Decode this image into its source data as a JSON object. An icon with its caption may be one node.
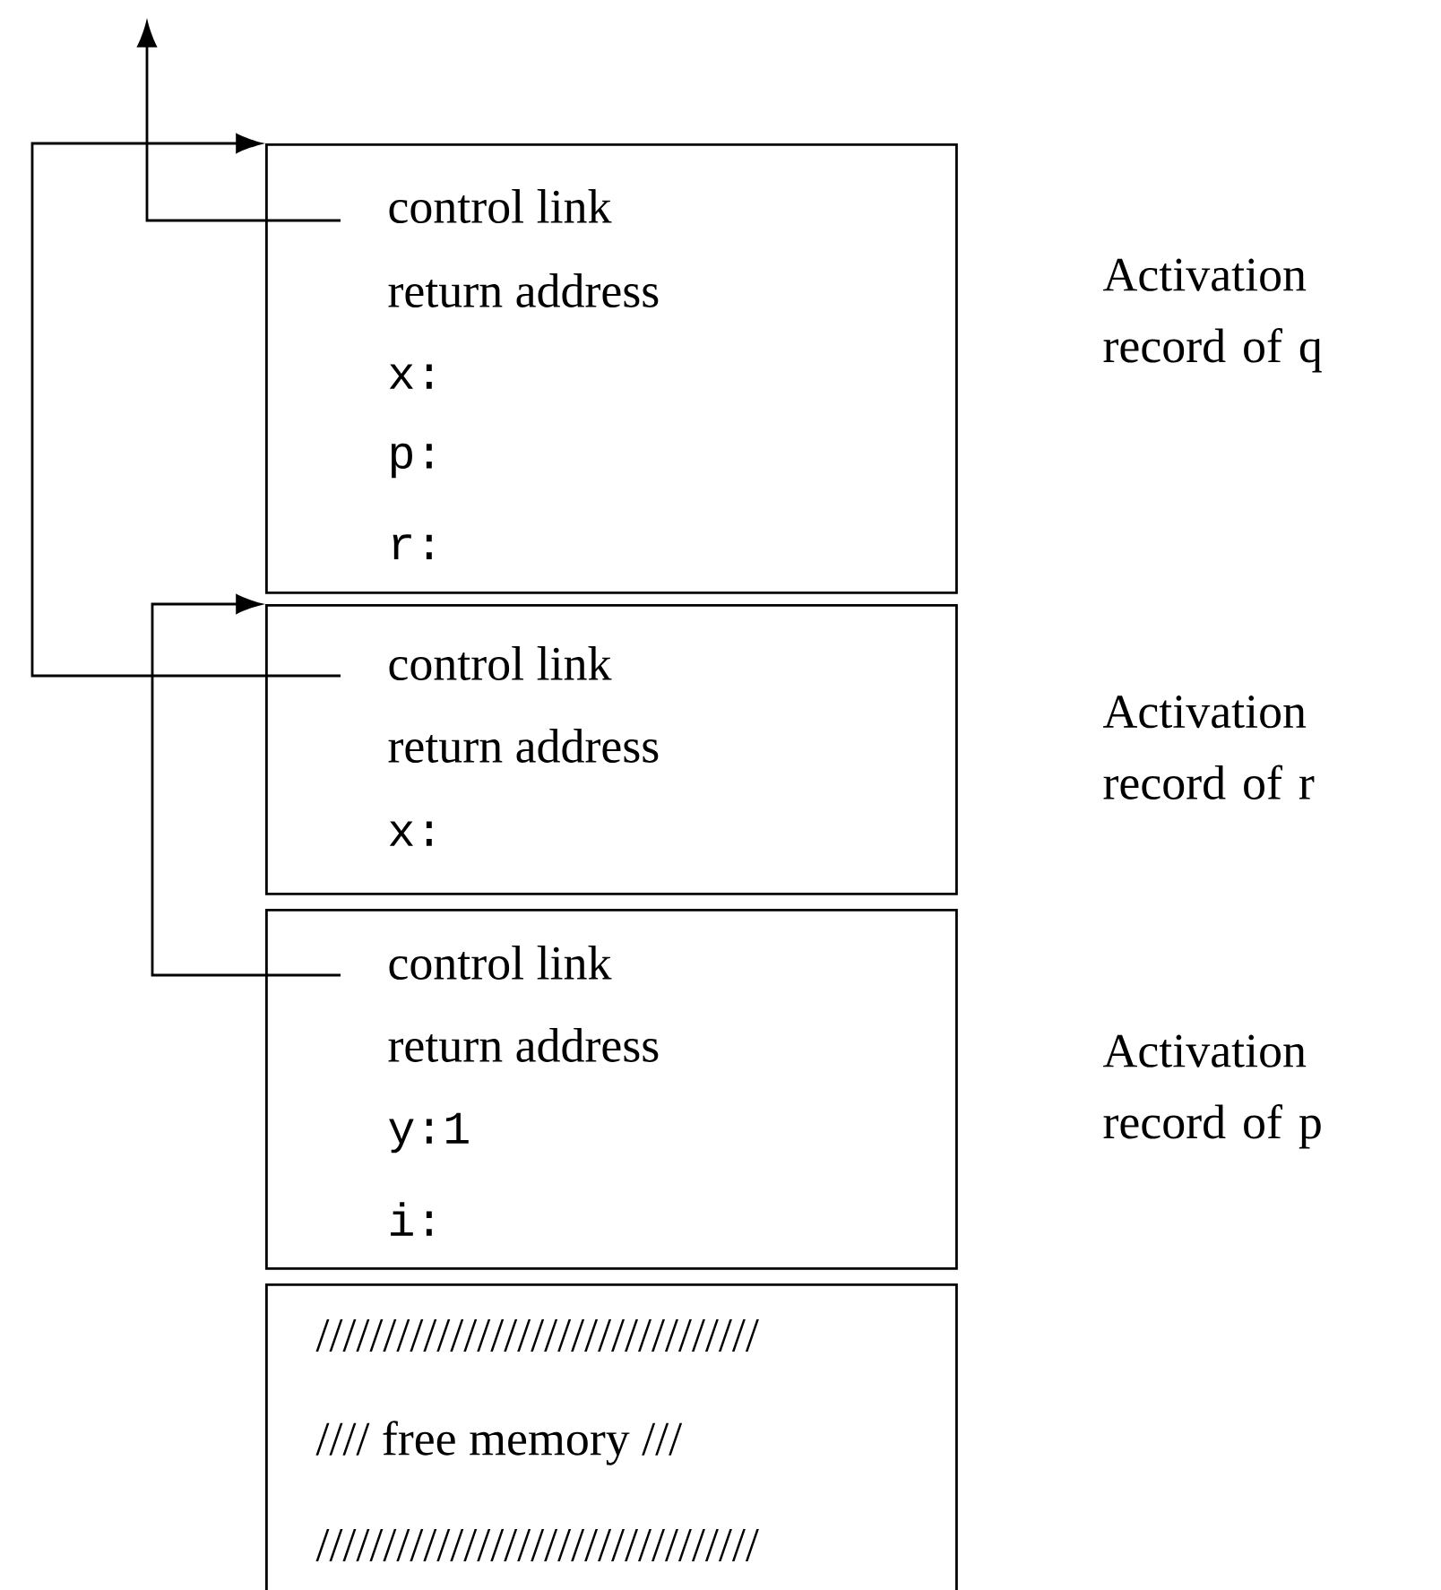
{
  "diagram": {
    "nodes": [
      {
        "text": [
          "control link",
          "return address",
          "x:",
          "p:",
          "r:"
        ],
        "beside": [
          "Activation record of q"
        ]
      },
      {
        "text": [
          "control link",
          "return address",
          "x:"
        ],
        "beside": [
          "Activation record of r"
        ]
      },
      {
        "text": [
          "control link",
          "return address",
          "y:1",
          "i:"
        ],
        "beside": [
          "Activation record of p"
        ]
      },
      {
        "text": [
          "/////////////////////////////////",
          "//// free memory ///",
          "/////////////////////////////////"
        ]
      }
    ],
    "edges": [
      {
        "from": 0,
        "to": null,
        "arrow": "to"
      },
      {
        "from": 1,
        "to": 0,
        "arrow": "to"
      },
      {
        "from": 2,
        "to": 1,
        "arrow": "to"
      }
    ]
  }
}
